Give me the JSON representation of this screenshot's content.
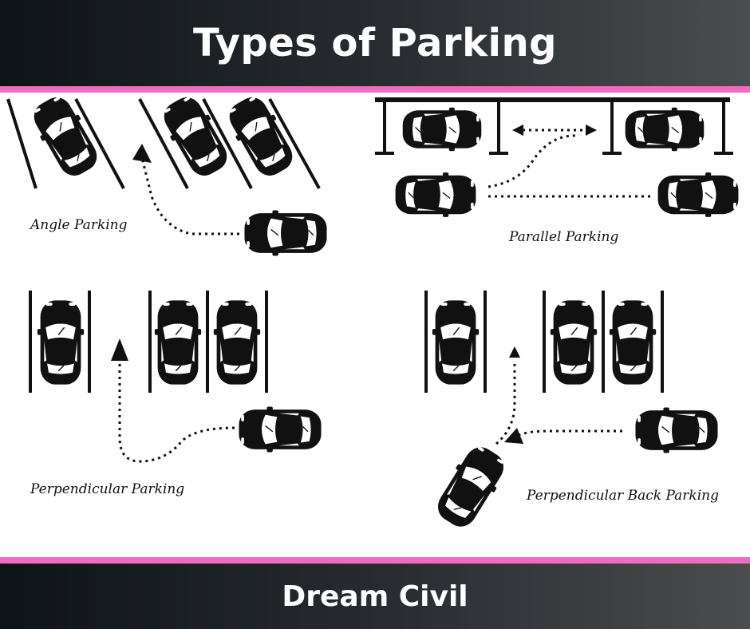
{
  "header": {
    "title": "Types of Parking"
  },
  "footer": {
    "brand": "Dream Civil"
  },
  "colors": {
    "header_bg": "#0e1318",
    "accent_pink": "#f26bc3",
    "ink": "#111111"
  },
  "panels": [
    {
      "id": "angle",
      "label": "Angle Parking"
    },
    {
      "id": "parallel",
      "label": "Parallel Parking"
    },
    {
      "id": "perpendicular",
      "label": "Perpendicular Parking"
    },
    {
      "id": "perpendicular-back",
      "label": "Perpendicular Back Parking"
    }
  ]
}
